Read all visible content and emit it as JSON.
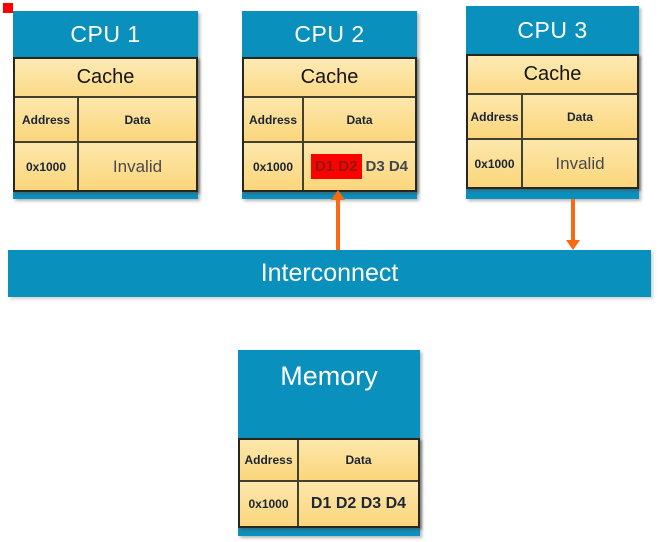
{
  "colors": {
    "box_blue": "#0a90bd",
    "cell_yellow": "#fbd77e",
    "arrow_orange": "#f96a10",
    "highlight_red": "#ff0000",
    "white_text": "#ffffff"
  },
  "cpus": [
    {
      "title": "CPU 1",
      "cache_title": "Cache",
      "col_address": "Address",
      "col_data": "Data",
      "row": {
        "address": "0x1000",
        "data": "Invalid"
      }
    },
    {
      "title": "CPU 2",
      "cache_title": "Cache",
      "col_address": "Address",
      "col_data": "Data",
      "row": {
        "address": "0x1000",
        "data_highlighted": "D1 D2",
        "data_rest": "D3 D4"
      }
    },
    {
      "title": "CPU 3",
      "cache_title": "Cache",
      "col_address": "Address",
      "col_data": "Data",
      "row": {
        "address": "0x1000",
        "data": "Invalid"
      }
    }
  ],
  "interconnect": {
    "label": "Interconnect"
  },
  "arrows": [
    {
      "between": "interconnect-cpu2",
      "direction": "up"
    },
    {
      "between": "cpu3-interconnect",
      "direction": "down"
    }
  ],
  "memory": {
    "title": "Memory",
    "col_address": "Address",
    "col_data": "Data",
    "row": {
      "address": "0x1000",
      "data": "D1 D2 D3 D4"
    }
  }
}
